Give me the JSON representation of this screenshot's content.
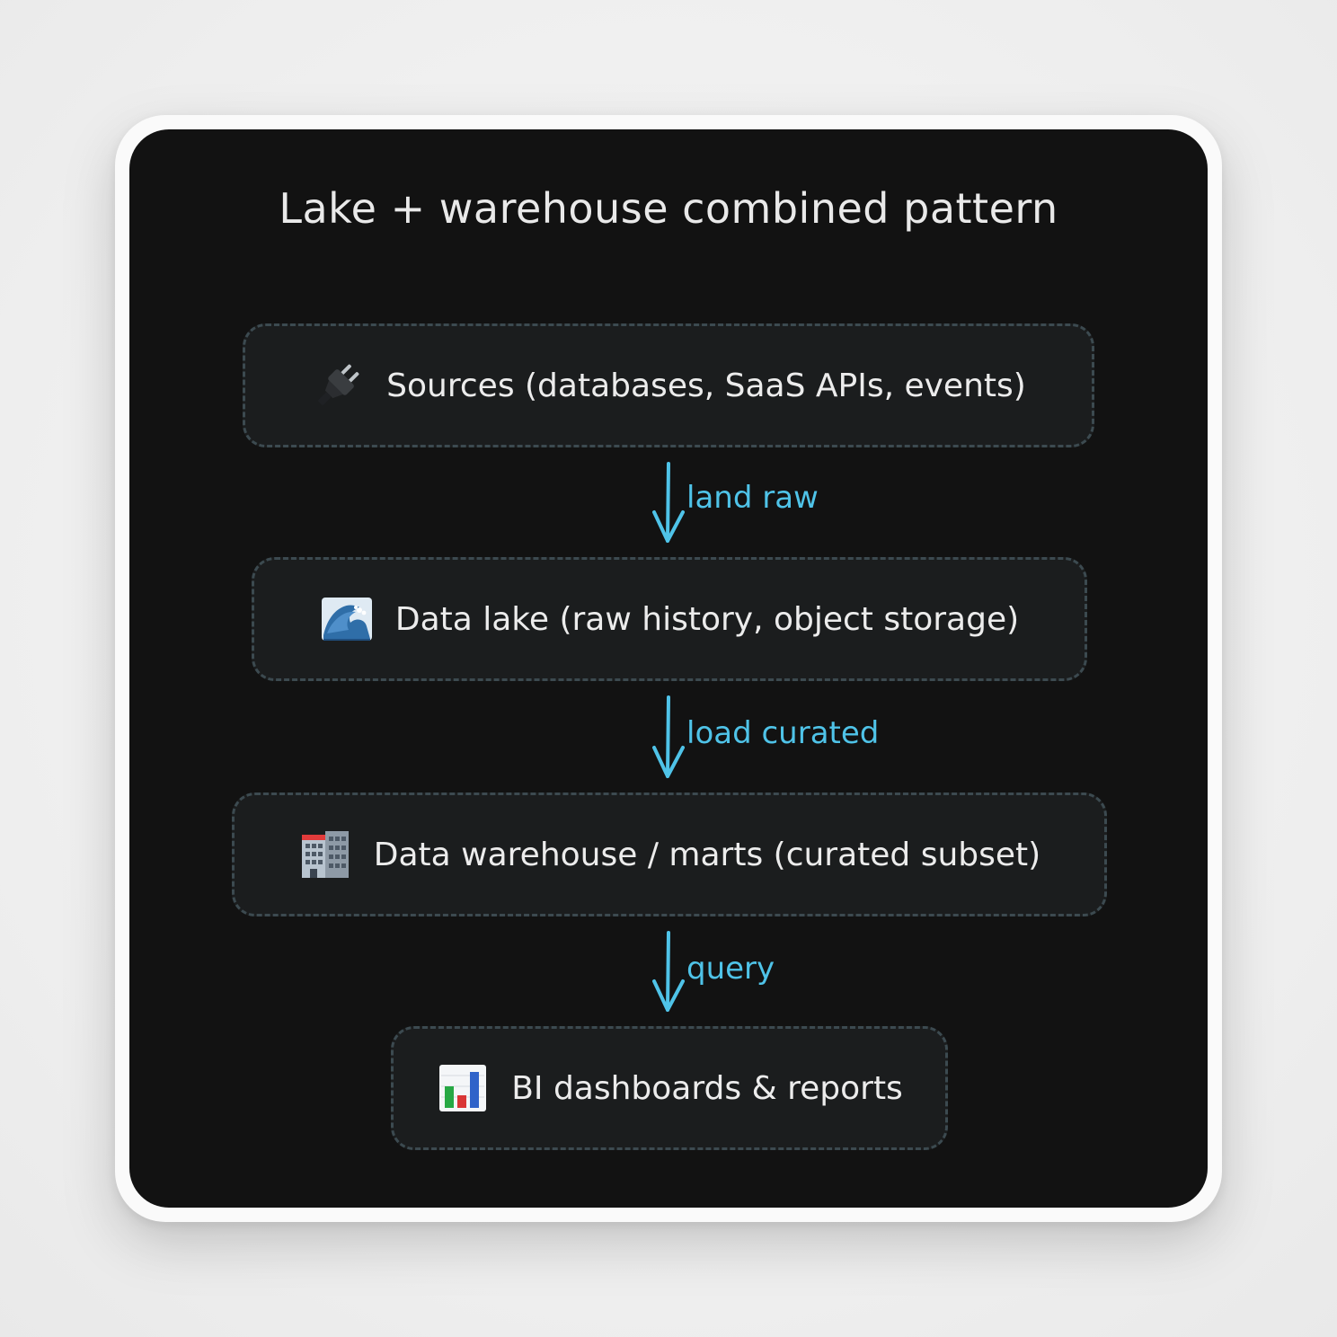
{
  "diagram": {
    "title": "Lake + warehouse combined pattern",
    "nodes": [
      {
        "id": "sources",
        "label": "Sources (databases, SaaS APIs, events)",
        "icon": "plug-icon"
      },
      {
        "id": "lake",
        "label": "Data lake (raw history, object storage)",
        "icon": "wave-icon"
      },
      {
        "id": "warehouse",
        "label": "Data warehouse / marts (curated subset)",
        "icon": "office-building-icon"
      },
      {
        "id": "bi",
        "label": "BI dashboards & reports",
        "icon": "bar-chart-icon"
      }
    ],
    "edges": [
      {
        "from": "sources",
        "to": "lake",
        "label": "land raw"
      },
      {
        "from": "lake",
        "to": "warehouse",
        "label": "load curated"
      },
      {
        "from": "warehouse",
        "to": "bi",
        "label": "query"
      }
    ],
    "colors": {
      "background": "#121212",
      "node_fill": "#1b1d1e",
      "node_border": "#3c4a50",
      "node_text": "#ececec",
      "edge": "#4fc3e8"
    }
  }
}
